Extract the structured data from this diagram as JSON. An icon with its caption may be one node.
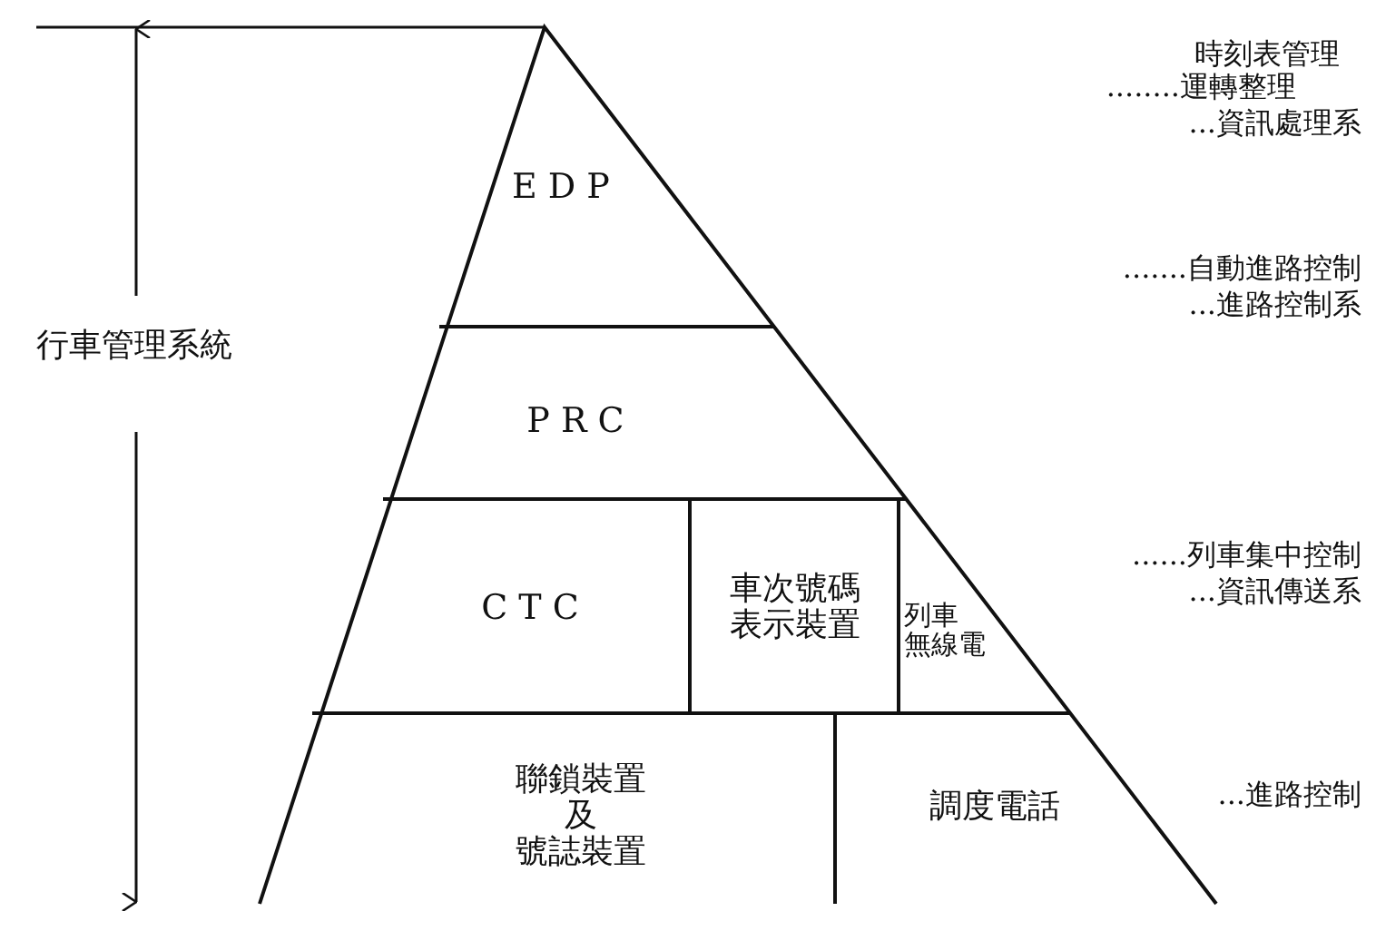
{
  "diagram": {
    "nodes": [
      {
        "text": [
          "EDP"
        ]
      },
      {
        "text": [
          "PRC"
        ]
      },
      {
        "text": [
          "CTC"
        ]
      },
      {
        "text": [
          "車次號碼表示裝置"
        ]
      },
      {
        "text": [
          "列車",
          "無線電"
        ]
      },
      {
        "text": [
          "聯鎖裝置",
          "及",
          "號誌裝置"
        ]
      },
      {
        "text": [
          "調度電話"
        ]
      }
    ],
    "labels": [
      "行車管理系統",
      "時刻表管理",
      "........運轉整理",
      "...資訊處理系",
      ".......自動進路控制",
      "...進路控制系",
      "......列車集中控制",
      "...資訊傳送系",
      "...進路控制"
    ]
  }
}
